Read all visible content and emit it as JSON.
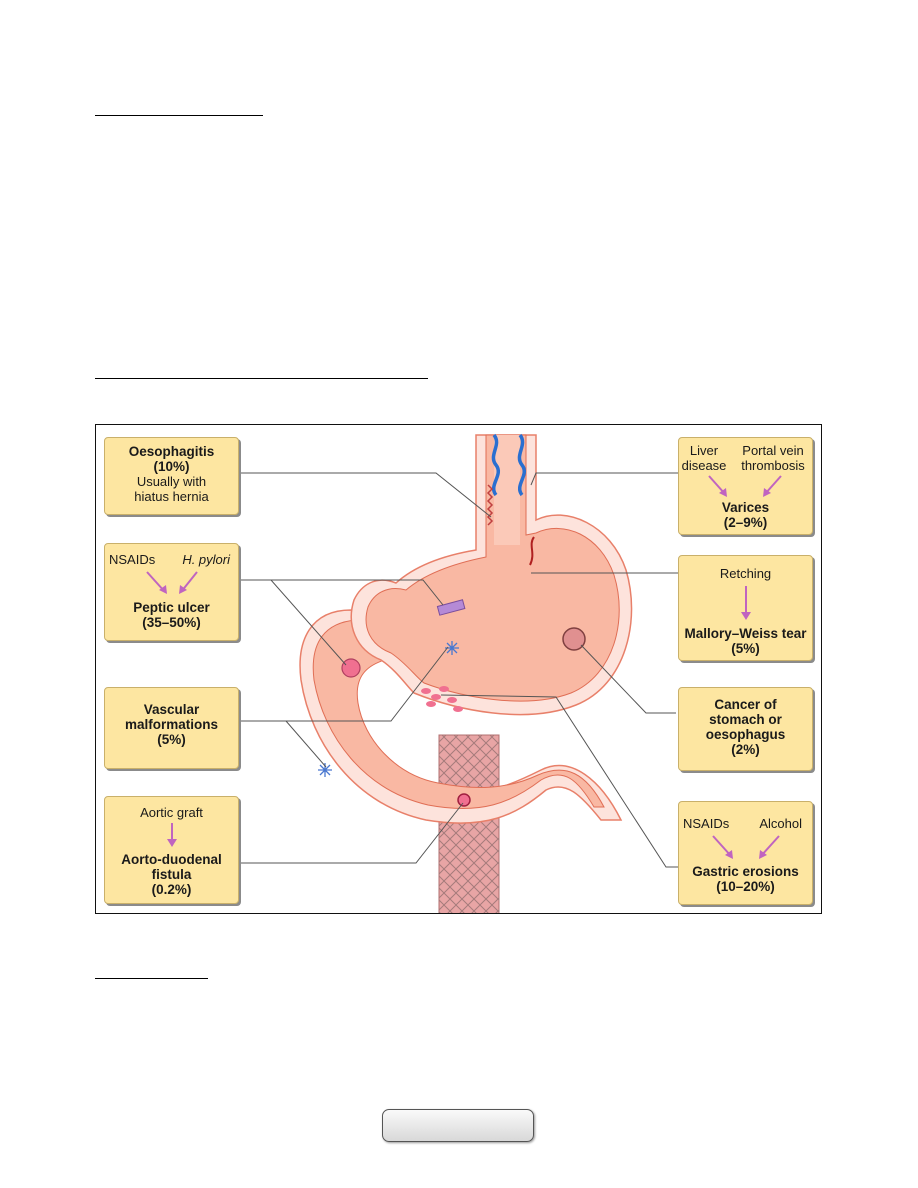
{
  "figure": {
    "oesophagitis": {
      "title": "Oesophagitis",
      "pct": "(10%)",
      "note_1": "Usually with",
      "note_2": "hiatus hernia"
    },
    "peptic_ulcer": {
      "cause_1": "NSAIDs",
      "cause_2": "H. pylori",
      "title": "Peptic ulcer",
      "pct": "(35–50%)"
    },
    "vascular": {
      "title_1": "Vascular",
      "title_2": "malformations",
      "pct": "(5%)"
    },
    "aorto_duodenal": {
      "cause": "Aortic graft",
      "title_1": "Aorto-duodenal",
      "title_2": "fistula",
      "pct": "(0.2%)"
    },
    "varices": {
      "cause_1a": "Liver",
      "cause_1b": "disease",
      "cause_2a": "Portal vein",
      "cause_2b": "thrombosis",
      "title": "Varices",
      "pct": "(2–9%)"
    },
    "mallory_weiss": {
      "cause": "Retching",
      "title": "Mallory–Weiss tear",
      "pct": "(5%)"
    },
    "cancer": {
      "title_1": "Cancer of",
      "title_2": "stomach or",
      "title_3": "oesophagus",
      "pct": "(2%)"
    },
    "gastric_erosions": {
      "cause_1": "NSAIDs",
      "cause_2": "Alcohol",
      "title": "Gastric erosions",
      "pct": "(10–20%)"
    }
  },
  "colors": {
    "label_box": "#fde6a1",
    "tissue": "#f9b8a3",
    "tissue_edge": "#e8806a",
    "arrow": "#c064c0",
    "vein": "#2a6fd0"
  }
}
